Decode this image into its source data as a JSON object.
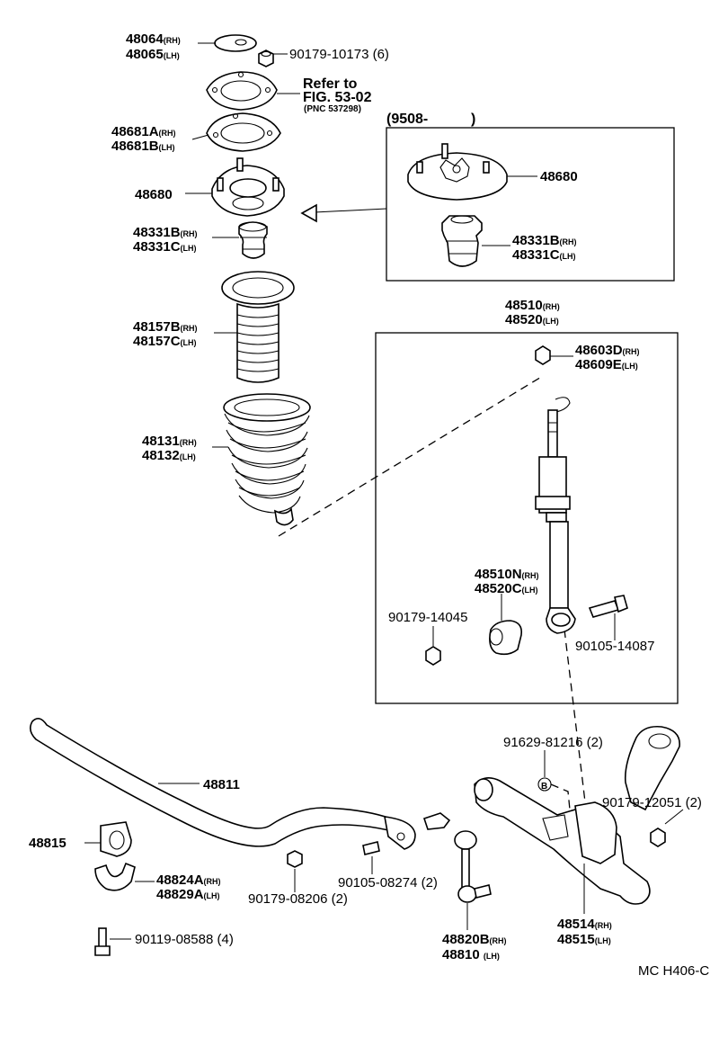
{
  "diagram": {
    "labels": {
      "p48064": {
        "num": "48064",
        "suffix": "(RH)"
      },
      "p48065": {
        "num": "48065",
        "suffix": "(LH)"
      },
      "nut_top": {
        "num": "90179-10173",
        "suffix": "(6)"
      },
      "refer_line1": "Refer to",
      "refer_line2": "FIG. 53-02",
      "refer_pnc": "(PNC 537298)",
      "p48681A": {
        "num": "48681A",
        "suffix": "(RH)"
      },
      "p48681B": {
        "num": "48681B",
        "suffix": "(LH)"
      },
      "p48680": "48680",
      "p48331B": {
        "num": "48331B",
        "suffix": "(RH)"
      },
      "p48331C": {
        "num": "48331C",
        "suffix": "(LH)"
      },
      "p48157B": {
        "num": "48157B",
        "suffix": "(RH)"
      },
      "p48157C": {
        "num": "48157C",
        "suffix": "(LH)"
      },
      "p48131": {
        "num": "48131",
        "suffix": "(RH)"
      },
      "p48132": {
        "num": "48132",
        "suffix": "(LH)"
      },
      "p48811": "48811",
      "p48815": "48815",
      "p48824A": {
        "num": "48824A",
        "suffix": "(RH)"
      },
      "p48829A": {
        "num": "48829A",
        "suffix": "(LH)"
      },
      "p90119": {
        "num": "90119-08588",
        "suffix": "(4)"
      },
      "p90179_08206": {
        "num": "90179-08206",
        "suffix": "(2)"
      },
      "p90105_08274": {
        "num": "90105-08274",
        "suffix": "(2)"
      },
      "p48820B": {
        "num": "48820B",
        "suffix": "(RH)"
      },
      "p48810": {
        "num": "48810",
        "suffix": "(LH)"
      },
      "p48514": {
        "num": "48514",
        "suffix": "(RH)"
      },
      "p48515": {
        "num": "48515",
        "suffix": "(LH)"
      },
      "p91629": {
        "num": "91629-81216",
        "suffix": "(2)"
      },
      "p90179_12051": {
        "num": "90179-12051",
        "suffix": "(2)"
      },
      "p48510": {
        "num": "48510",
        "suffix": "(RH)"
      },
      "p48520": {
        "num": "48520",
        "suffix": "(LH)"
      },
      "p48603D": {
        "num": "48603D",
        "suffix": "(RH)"
      },
      "p48609E": {
        "num": "48609E",
        "suffix": "(LH)"
      },
      "p48510N": {
        "num": "48510N",
        "suffix": "(RH)"
      },
      "p48520C": {
        "num": "48520C",
        "suffix": "(LH)"
      },
      "p90179_14045": "90179-14045",
      "p90105_14087": "90105-14087",
      "inset_date": "(9508-",
      "inset_date_close": ")",
      "inset_48680": "48680",
      "inset_48331B": {
        "num": "48331B",
        "suffix": "(RH)"
      },
      "inset_48331C": {
        "num": "48331C",
        "suffix": "(LH)"
      },
      "bolt_symbol": "B",
      "figure_code": "MC H406-C"
    }
  }
}
